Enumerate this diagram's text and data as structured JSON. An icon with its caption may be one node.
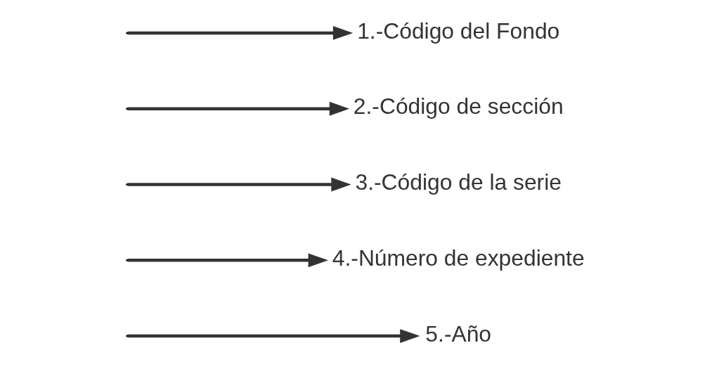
{
  "diagram": {
    "nodes": [
      {
        "text": [
          "5.-Año"
        ]
      },
      {
        "text": [
          "4.-Número de expediente"
        ]
      },
      {
        "text": [
          "3.-Código de la serie"
        ]
      },
      {
        "text": [
          "2.-Código de sección"
        ]
      },
      {
        "text": [
          "1.-Código del Fondo"
        ]
      }
    ],
    "edges": [
      {
        "from": null,
        "to": 0,
        "arrow": "to"
      },
      {
        "from": null,
        "to": 1,
        "arrow": "to"
      },
      {
        "from": null,
        "to": 2,
        "arrow": "to"
      },
      {
        "from": null,
        "to": 3,
        "arrow": "to"
      },
      {
        "from": null,
        "to": 4,
        "arrow": "to"
      }
    ]
  }
}
